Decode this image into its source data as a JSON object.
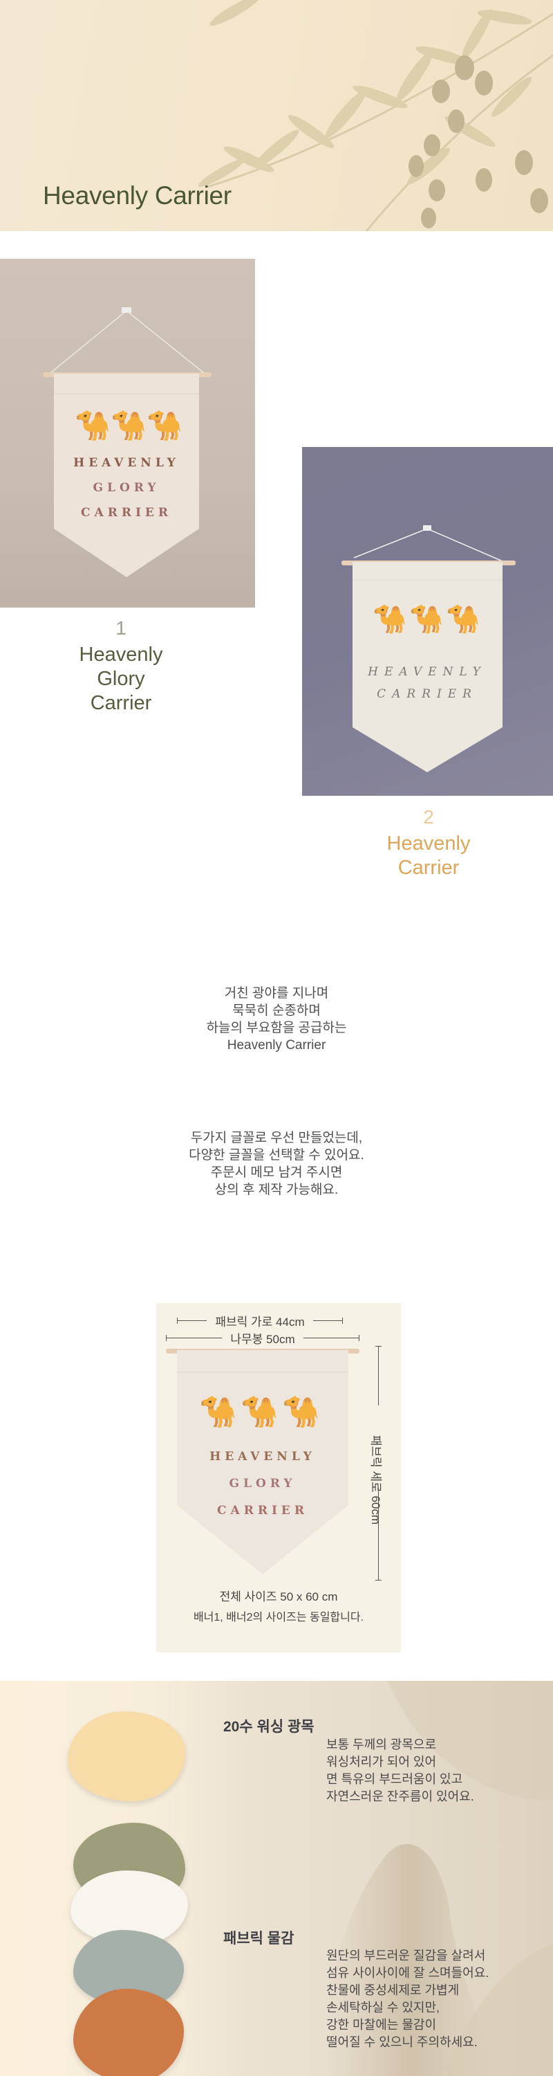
{
  "header": {
    "title": "Heavenly Carrier",
    "background_color": "#f3e8d2",
    "title_color": "#4b5636"
  },
  "products": [
    {
      "number": "1",
      "name_lines": [
        "Heavenly",
        "Glory",
        "Carrier"
      ],
      "banner_text_lines": [
        "HEAVENLY",
        "GLORY",
        "CARRIER"
      ],
      "wall_color": "#cbbfb4",
      "caption_color": "#545d3d"
    },
    {
      "number": "2",
      "name_lines": [
        "Heavenly",
        "Carrier"
      ],
      "banner_text_lines": [
        "HEAVENLY",
        "CARRIER"
      ],
      "wall_color": "#7b7a91",
      "caption_color": "#dca65a"
    }
  ],
  "intro": {
    "lines": [
      "거친 광야를 지나며",
      "묵묵히 순종하며",
      "하늘의 부요함을 공급하는",
      "Heavenly Carrier"
    ]
  },
  "font_note": {
    "lines": [
      "두가지 글꼴로 우선 만들었는데,",
      "다양한 글꼴을 선택할 수 있어요.",
      "주문시 메모 남겨 주시면",
      "상의 후 제작 가능해요."
    ]
  },
  "size_card": {
    "fabric_width": "패브릭 가로 44cm",
    "rod_width": "나무봉 50cm",
    "fabric_height": "패브릭 세로 60cm",
    "banner_text_lines": [
      "HEAVENLY",
      "GLORY",
      "CARRIER"
    ],
    "total_size": "전체 사이즈 50 x 60 cm",
    "same_size_note": "배너1, 배너2의 사이즈는 동일합니다.",
    "background_color": "#f6f2e6"
  },
  "fabric_info": {
    "sections": [
      {
        "heading": "20수 워싱 광목",
        "lines": [
          "보통 두께의 광목으로",
          "워싱처리가 되어 있어",
          "면 특유의 부드러움이 있고",
          "자연스러운 잔주름이 있어요."
        ]
      },
      {
        "heading": "패브릭 물감",
        "lines": [
          "원단의 부드러운 질감을 살려서",
          "섬유 사이사이에 잘 스며들어요.",
          "찬물에 중성세제로 가볍게",
          "손세탁하실 수 있지만,",
          "강한 마찰에는 물감이",
          "떨어질 수 있으니 주의하세요."
        ]
      }
    ],
    "swatch_colors": [
      "#f7dca8",
      "#9d9f7b",
      "#f8f5ee",
      "#a6b0ab",
      "#cd7a46"
    ]
  }
}
